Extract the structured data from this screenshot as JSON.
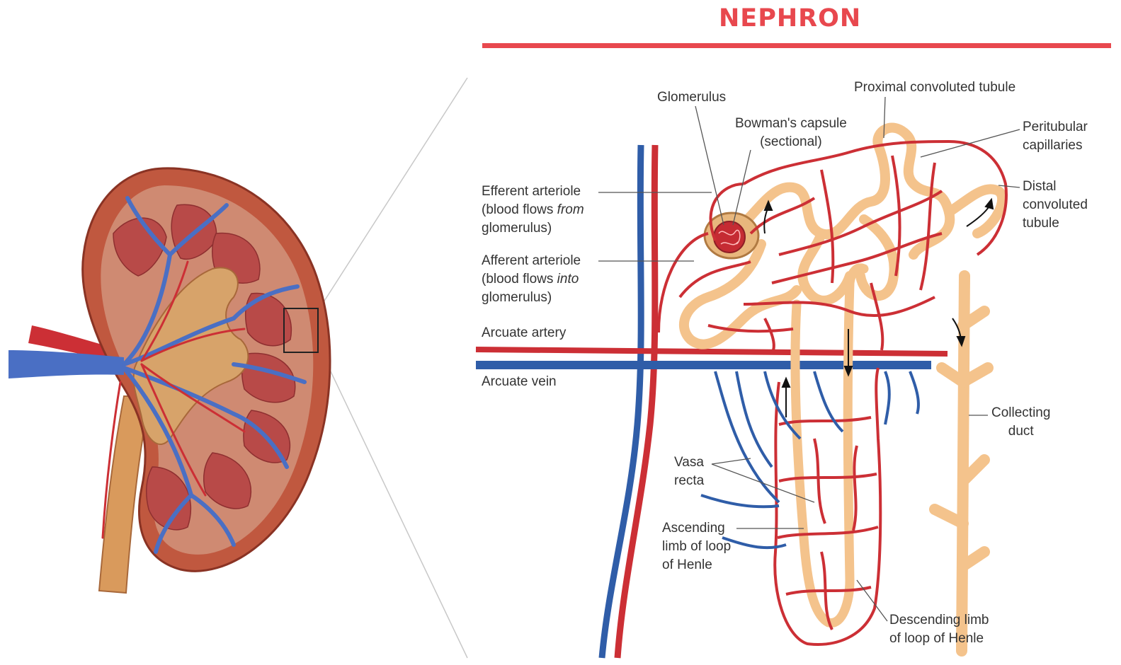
{
  "title": "NEPHRON",
  "colors": {
    "accent": "#e8484e",
    "artery": "#cc2f35",
    "vein": "#2f5da8",
    "tubule": "#f4c38c",
    "kidney_outer": "#b8503a",
    "kidney_inner": "#c98a5a",
    "label_text": "#333333",
    "leader": "#555555"
  },
  "labels": {
    "glomerulus": "Glomerulus",
    "proximal": "Proximal convoluted tubule",
    "bowman_1": "Bowman's capsule",
    "bowman_2": "(sectional)",
    "peritubular_1": "Peritubular",
    "peritubular_2": "capillaries",
    "efferent_1": "Efferent arteriole",
    "efferent_2a": "(blood flows ",
    "efferent_2b": "from",
    "efferent_3": "glomerulus)",
    "distal_1": "Distal",
    "distal_2": "convoluted",
    "distal_3": "tubule",
    "afferent_1": "Afferent arteriole",
    "afferent_2a": "(blood flows ",
    "afferent_2b": "into",
    "afferent_3": "glomerulus)",
    "arcuate_artery": "Arcuate artery",
    "arcuate_vein": "Arcuate vein",
    "collecting_1": "Collecting",
    "collecting_2": "duct",
    "vasa_1": "Vasa",
    "vasa_2": "recta",
    "ascending_1": "Ascending",
    "ascending_2": "limb of loop",
    "ascending_3": "of Henle",
    "descending_1": "Descending limb",
    "descending_2": "of loop of Henle"
  }
}
